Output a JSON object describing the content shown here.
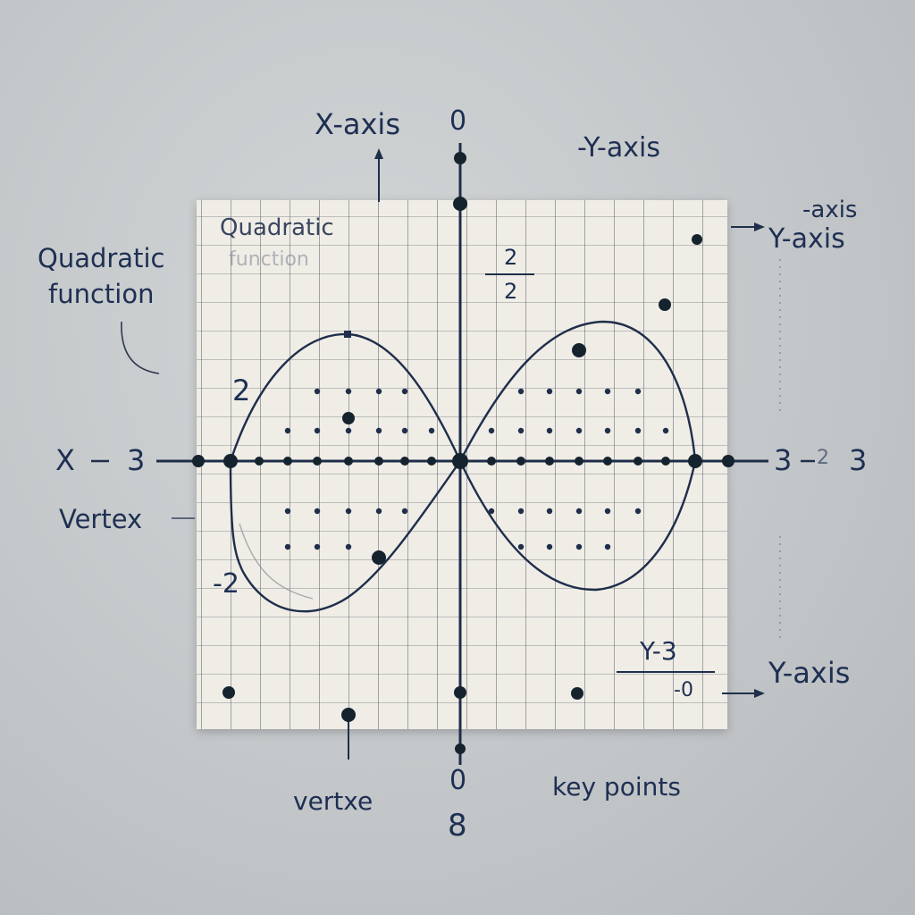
{
  "diagram": {
    "paper_title": "Quadratic",
    "paper_subtitle": "function",
    "side_title_line1": "Quadratic",
    "side_title_line2": "function",
    "x_axis_top_label": "X-axis",
    "top_zero_label": "0",
    "neg_y_axis_label": "-Y-axis",
    "right_axis_label_top": "-axis",
    "right_axis_label": "Y-axis",
    "fraction_numerator": "2",
    "fraction_denominator": "2",
    "y_tick_positive": "2",
    "y_tick_negative": "-2",
    "left_axis_label": "X",
    "left_axis_value": "3",
    "right_axis_value_1": "3",
    "right_axis_value_2": "2",
    "right_axis_value_3": "3",
    "vertex_label": "Vertex",
    "vertex_label_bottom": "vertxe",
    "box_fraction_top": "Y-3",
    "box_fraction_bottom": "-0",
    "y_axis_label_bottom": "Y-axis",
    "bottom_zero_label": "0",
    "bottom_number": "8",
    "key_points_label": "key points",
    "colors": {
      "ink": "#1e2f52",
      "curve": "#1f2e4a",
      "point": "#15232f",
      "paper": "#efede6"
    }
  }
}
